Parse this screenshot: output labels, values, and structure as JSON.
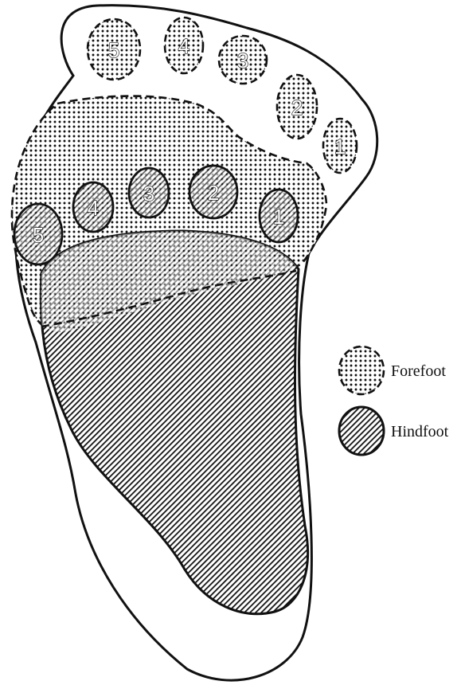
{
  "toes": [
    "5",
    "4",
    "3",
    "2",
    "1"
  ],
  "metatarsal_heads": [
    "5",
    "4",
    "3",
    "2",
    "1"
  ],
  "legend": {
    "forefoot": "Forefoot",
    "hindfoot": "Hindfoot"
  },
  "colors": {
    "outline": "#111111",
    "background": "#ffffff"
  }
}
